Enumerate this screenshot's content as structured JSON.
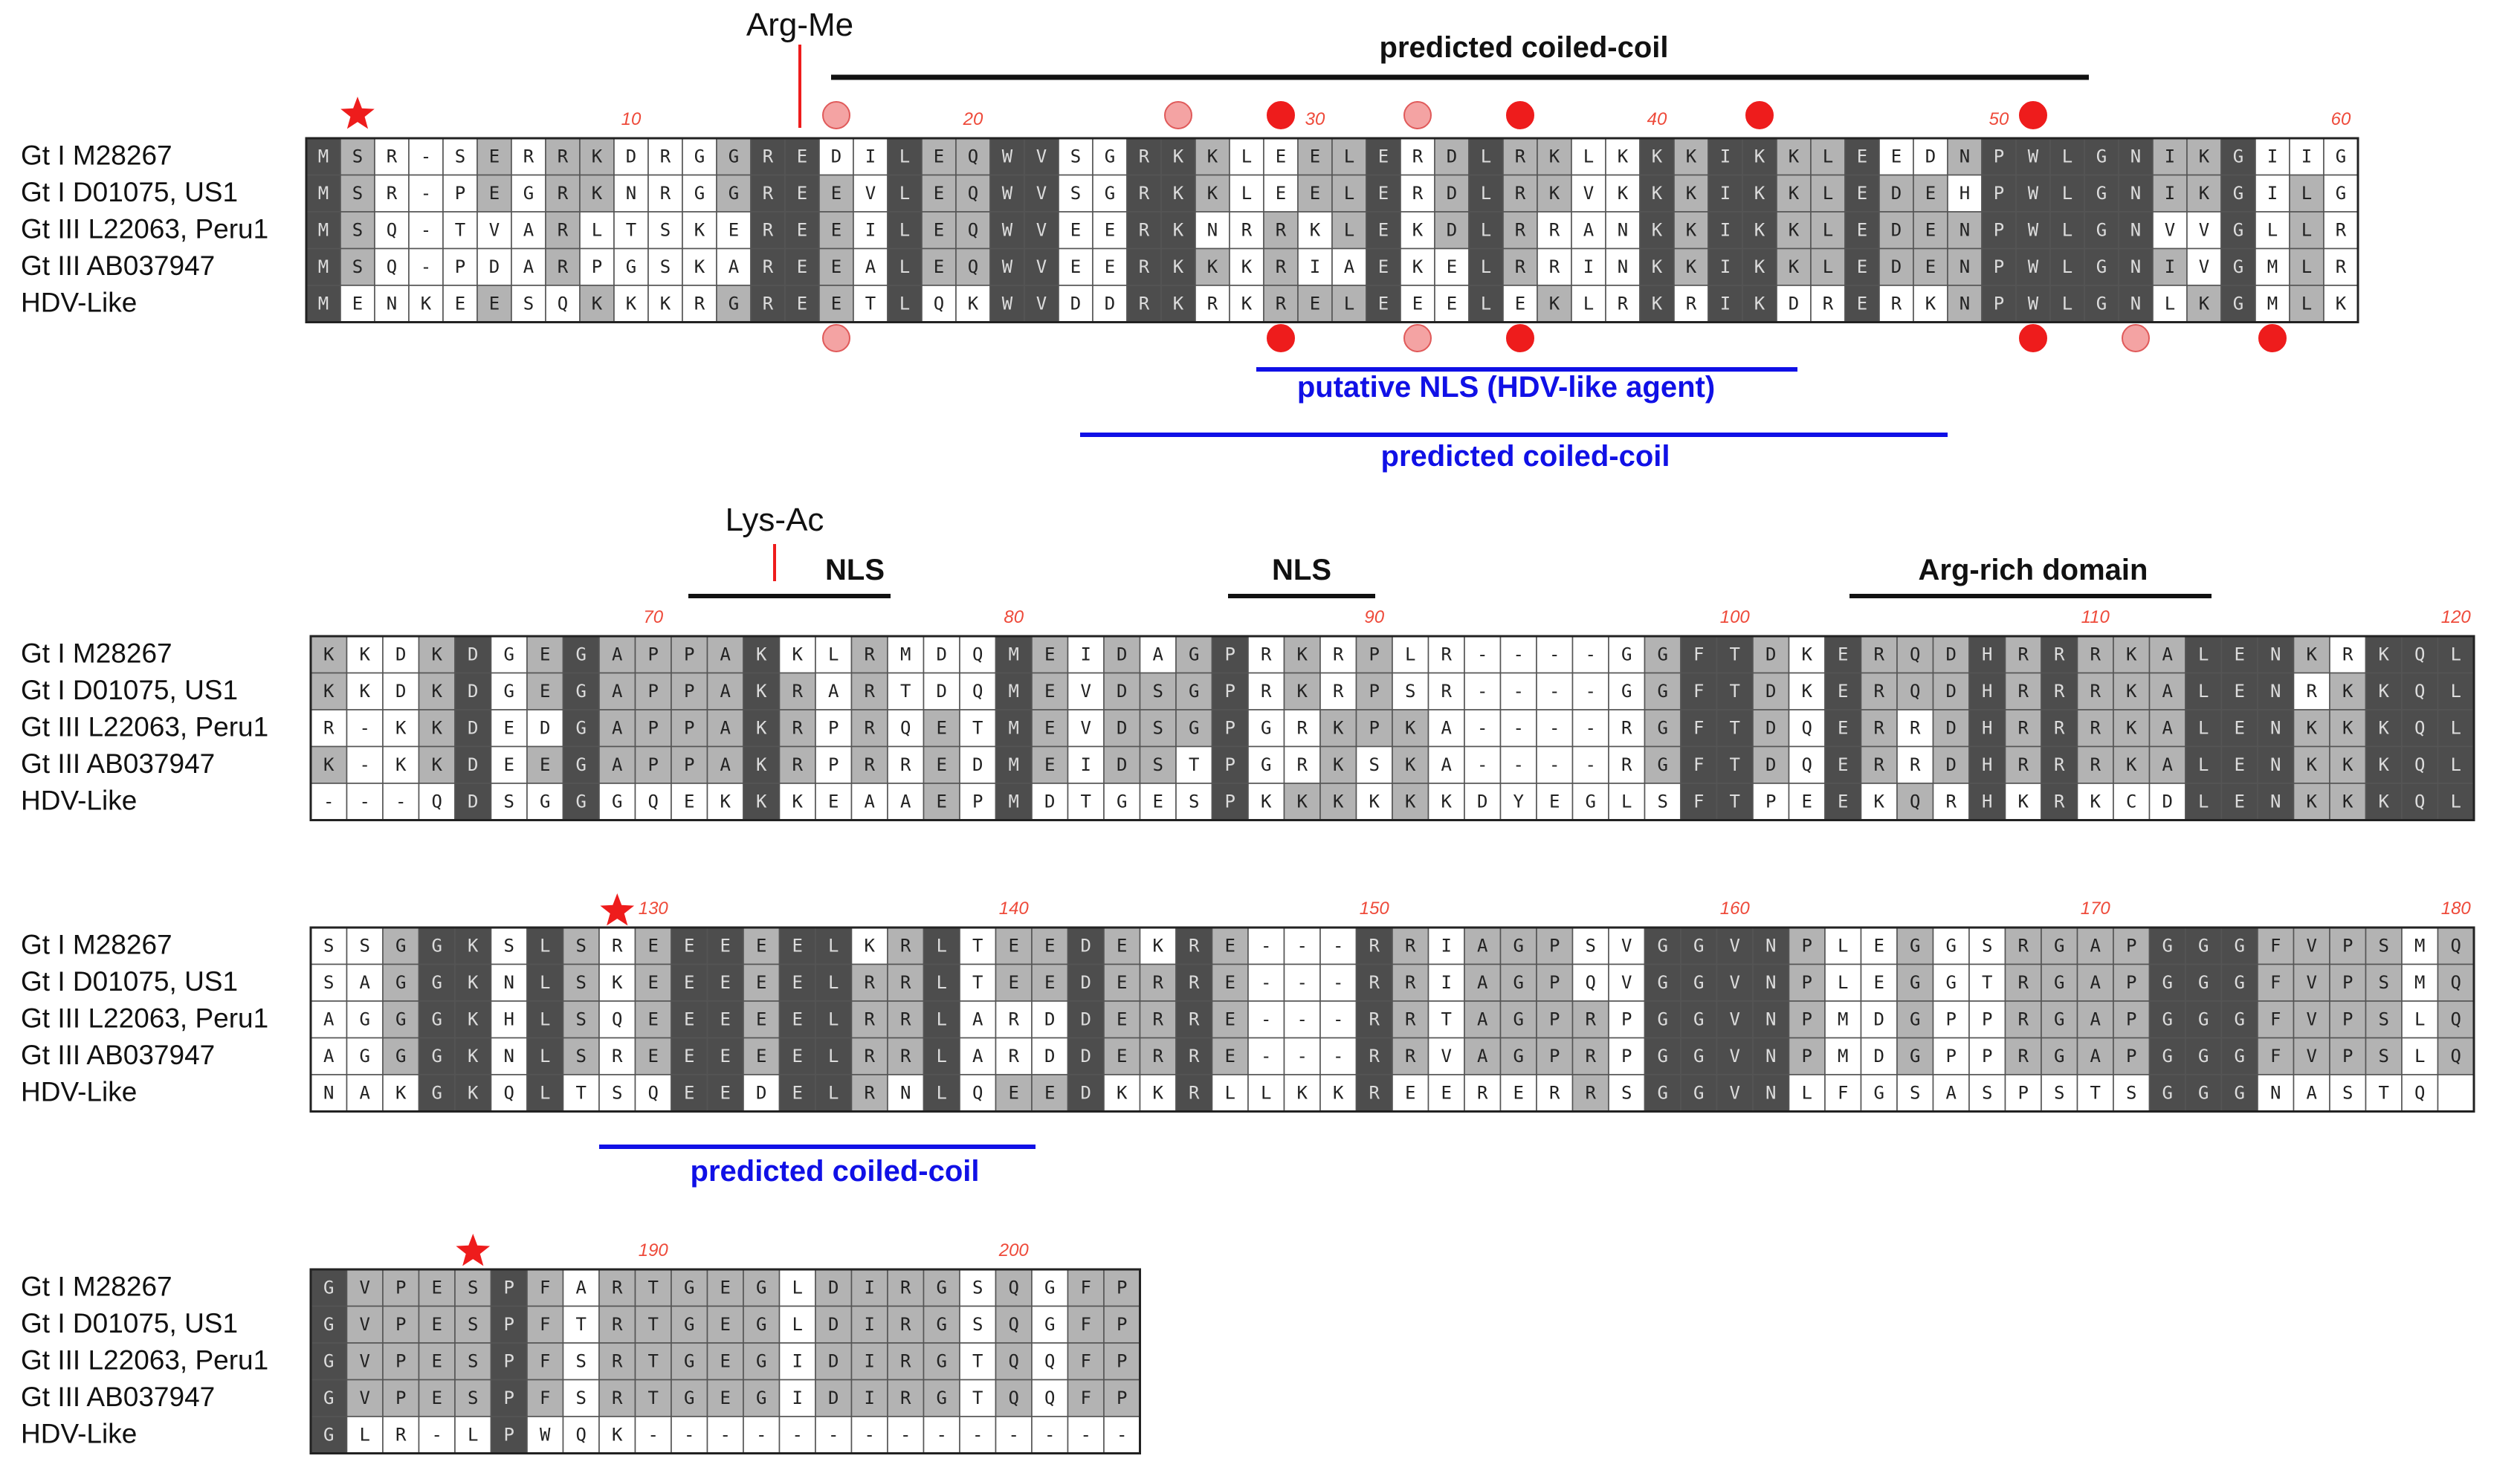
{
  "labels": {
    "arg_me": "Arg-Me",
    "lys_ac": "Lys-Ac",
    "cc_top_1": "predicted coiled-coil",
    "nls_putative": "putative NLS (HDV-like agent)",
    "cc_bottom_1": "predicted coiled-coil",
    "nls_1": "NLS",
    "nls_2": "NLS",
    "arg_rich": "Arg-rich domain",
    "cc_bottom_3": "predicted coiled-coil"
  },
  "colors": {
    "dark": "#4d4d4d",
    "medium": "#b3b3b3",
    "light": "#ffffff",
    "red": "#ee1c1c",
    "pink": "#f4a3a3",
    "blue": "#1010e6",
    "black": "#111111"
  },
  "blocks": [
    {
      "start": 1,
      "ticks": [
        "10",
        "20",
        "30",
        "40",
        "50",
        "60"
      ],
      "rows": [
        {
          "name": "Gt I M28267",
          "seq": "MSR-SERRKDRGGREDILEQWVSGRKKLEELERDLRKLKKKIKKLEEDNPWLGNIKGIIG"
        },
        {
          "name": "Gt I D01075, US1",
          "seq": "MSR-PEGRKNRGGREEVLEQWVSGRKKLEELERDLRKVKKKIKKLEDEHPWLGNIKGILG"
        },
        {
          "name": "Gt III L22063, Peru1",
          "seq": "MSQ-TVARLTSKEREEILEQWVEERKNRRKLEKDLRRANKKIKKLEDENPWLGNVVGLLR"
        },
        {
          "name": "Gt III AB037947",
          "seq": "MSQ-PDARPGSKAREEALEQWVEERKKKRIAEKELRRINKKIKKLEDENPWLGNIVGMLR"
        },
        {
          "name": "HDV-Like",
          "seq": "MENKEESQKKKRGREETLQKWVDDRKRKRELEEELEKLRKRIKDRERKNPWLGNLKGMLK"
        }
      ]
    },
    {
      "start": 61,
      "ticks": [
        "70",
        "80",
        "90",
        "100",
        "110",
        "120"
      ],
      "rows": [
        {
          "name": "Gt I M28267",
          "seq": "KKDKDGEGAPPAKKLRMDQMEIDAGPRKRPLR----GGFTDKERQDHRRRKALENKRKQL"
        },
        {
          "name": "Gt I D01075, US1",
          "seq": "KKDKDGEGAPPAKRARTDQMEVDSGPRKRPSR----GGFTDKERQDHRRRKALENRKKQL"
        },
        {
          "name": "Gt III L22063, Peru1",
          "seq": "R-KKDEDGAPPAKRPRQETMEVDSGPGRKPKA----RGFTDQERRDHRRRKALENKKKQL"
        },
        {
          "name": "Gt III AB037947",
          "seq": "K-KKDEEGAPPAKRPRREDMEIDSTPGRKSKA----RGFTDQERRDHRRRKALENKKKQL"
        },
        {
          "name": "HDV-Like",
          "seq": "---QDSGGGQEKKKEAAEPMDTGESPKKKKKKDYEGLSFTPEEKQRHKRKCDLENKKKQL"
        }
      ]
    },
    {
      "start": 121,
      "ticks": [
        "130",
        "140",
        "150",
        "160",
        "170",
        "180"
      ],
      "rows": [
        {
          "name": "Gt I M28267",
          "seq": "SSGGKSLSREEEEELKRLTEEDEKRE---RRIAGPSVGGVNPLEGGSRGAPGGGFVPSMQ"
        },
        {
          "name": "Gt I D01075, US1",
          "seq": "SAGGKNLSKEEEEELRRLTEEDERRE---RRIAGPQVGGVNPLEGGTRGAPGGGFVPSMQ"
        },
        {
          "name": "Gt III L22063, Peru1",
          "seq": "AGGGKHLSQEEEEELRRLARDDERRE---RRTAGPRPGGVNPMDGPPRGAPGGGFVPSLQ"
        },
        {
          "name": "Gt III AB037947",
          "seq": "AGGGKNLSREEEEELRRLARDDERRE---RRVAGPRPGGVNPMDGPPRGAPGGGFVPSLQ"
        },
        {
          "name": "HDV-Like",
          "seq": "NAKGKQLTSQEEDELRNLQEEDKKRLLKKREERERRSGGVNLFGSASPSTSGGGNASTQ"
        }
      ]
    },
    {
      "start": 181,
      "ticks": [
        "190",
        "200"
      ],
      "rows": [
        {
          "name": "Gt I M28267",
          "seq": "GVPESPFARTGEGLDIRGSQGFP"
        },
        {
          "name": "Gt I D01075, US1",
          "seq": "GVPESPFTRTGEGLDIRGSQGFP"
        },
        {
          "name": "Gt III L22063, Peru1",
          "seq": "GVPESPFSRTGEGIDIRGTQQFP"
        },
        {
          "name": "Gt III AB037947",
          "seq": "GVPESPFSRTGEGIDIRGTQQFP"
        },
        {
          "name": "HDV-Like",
          "seq": "GLR-LPWQK--------------"
        }
      ]
    }
  ]
}
